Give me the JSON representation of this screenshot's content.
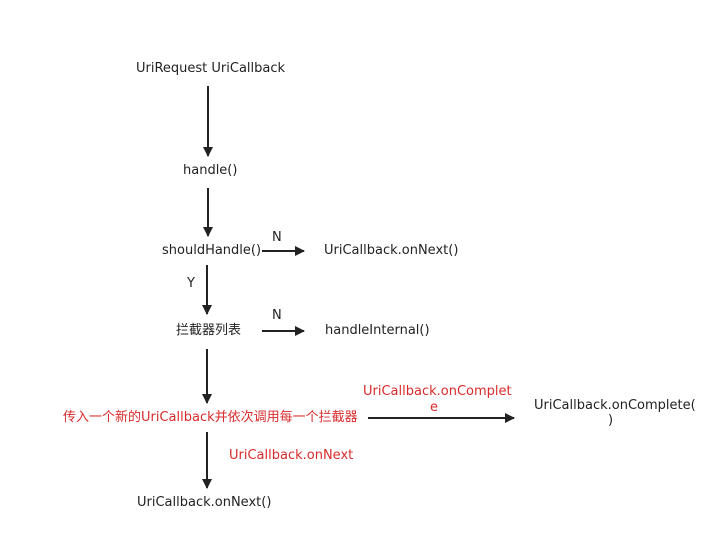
{
  "nodes": {
    "start": "UriRequest  UriCallback",
    "handle": "handle()",
    "should_handle": "shouldHandle()",
    "on_next_1": "UriCallback.onNext()",
    "interceptor_list": "拦截器列表",
    "handle_internal": "handleInternal()",
    "pass_callback": "传入一个新的UriCallback并依次调用每一个拦截器",
    "on_complete_label_line1": "UriCallback.onComplet",
    "on_complete_label_line2": "e",
    "on_complete_line1": "UriCallback.onComplete(",
    "on_complete_line2": ")",
    "on_next_label": "UriCallback.onNext",
    "on_next_end": "UriCallback.onNext()"
  },
  "edge_labels": {
    "n1": "N",
    "y1": "Y",
    "n2": "N"
  },
  "colors": {
    "text": "#222222",
    "highlight": "#d92b2b",
    "arrow": "#222222"
  }
}
